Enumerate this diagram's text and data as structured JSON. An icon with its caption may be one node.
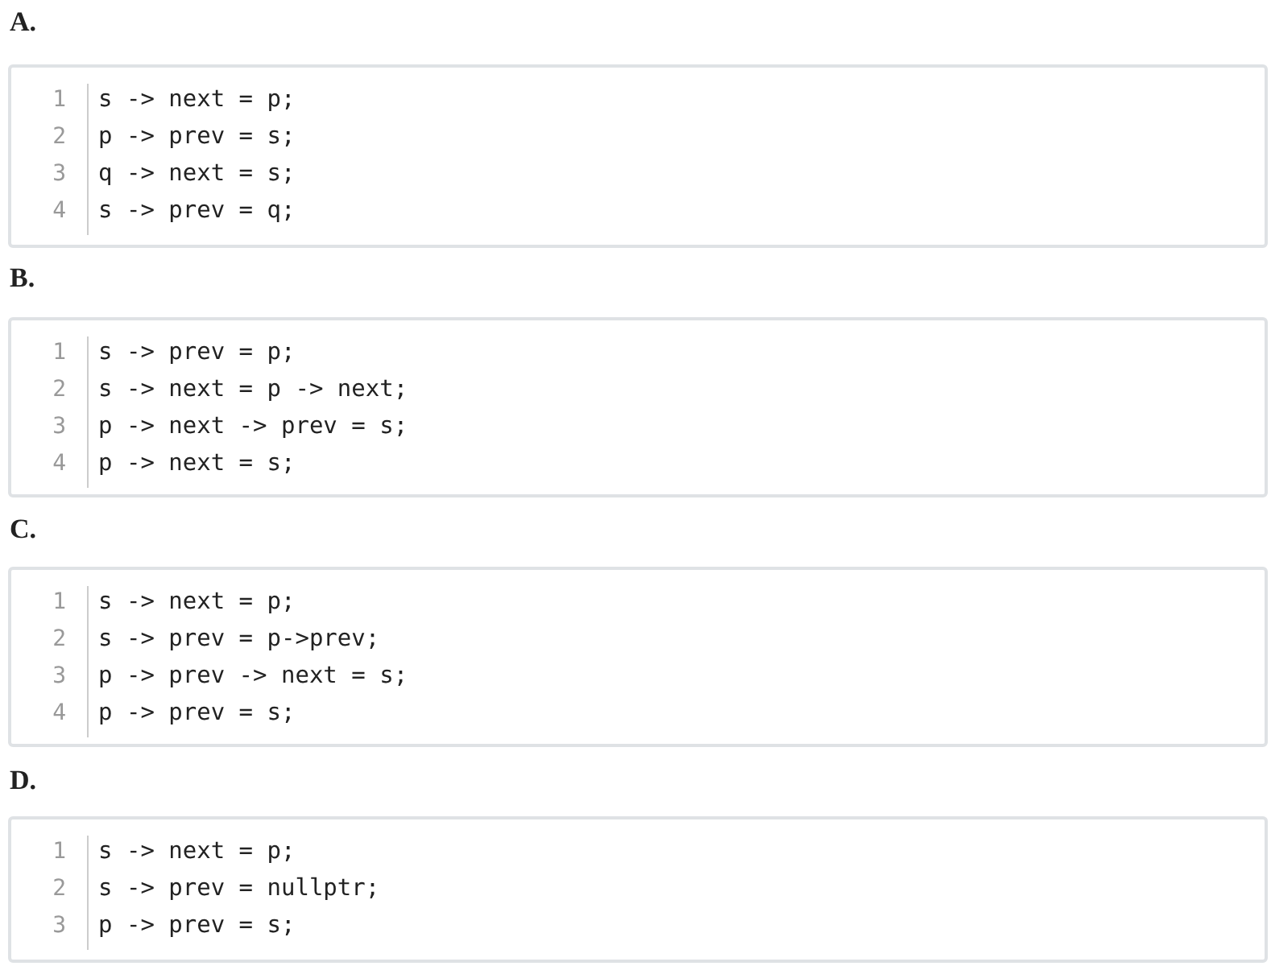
{
  "diagram": {
    "labels": [
      "A.",
      "1",
      "s -> next = p;",
      "2",
      "p -> prev = s;",
      "3",
      "q -> next = s;",
      "4",
      "s -> prev = q;",
      "B.",
      "1",
      "s -> prev = p;",
      "2",
      "s -> next = p -> next;",
      "3",
      "p -> next -> prev = s;",
      "4",
      "p -> next = s;",
      "C.",
      "1",
      "s -> next = p;",
      "2",
      "s -> prev = p->prev;",
      "3",
      "p -> prev -> next = s;",
      "4",
      "p -> prev = s;",
      "D.",
      "1",
      "s -> next = p;",
      "2",
      "s -> prev = nullptr;",
      "3",
      "p -> prev = s;"
    ]
  }
}
